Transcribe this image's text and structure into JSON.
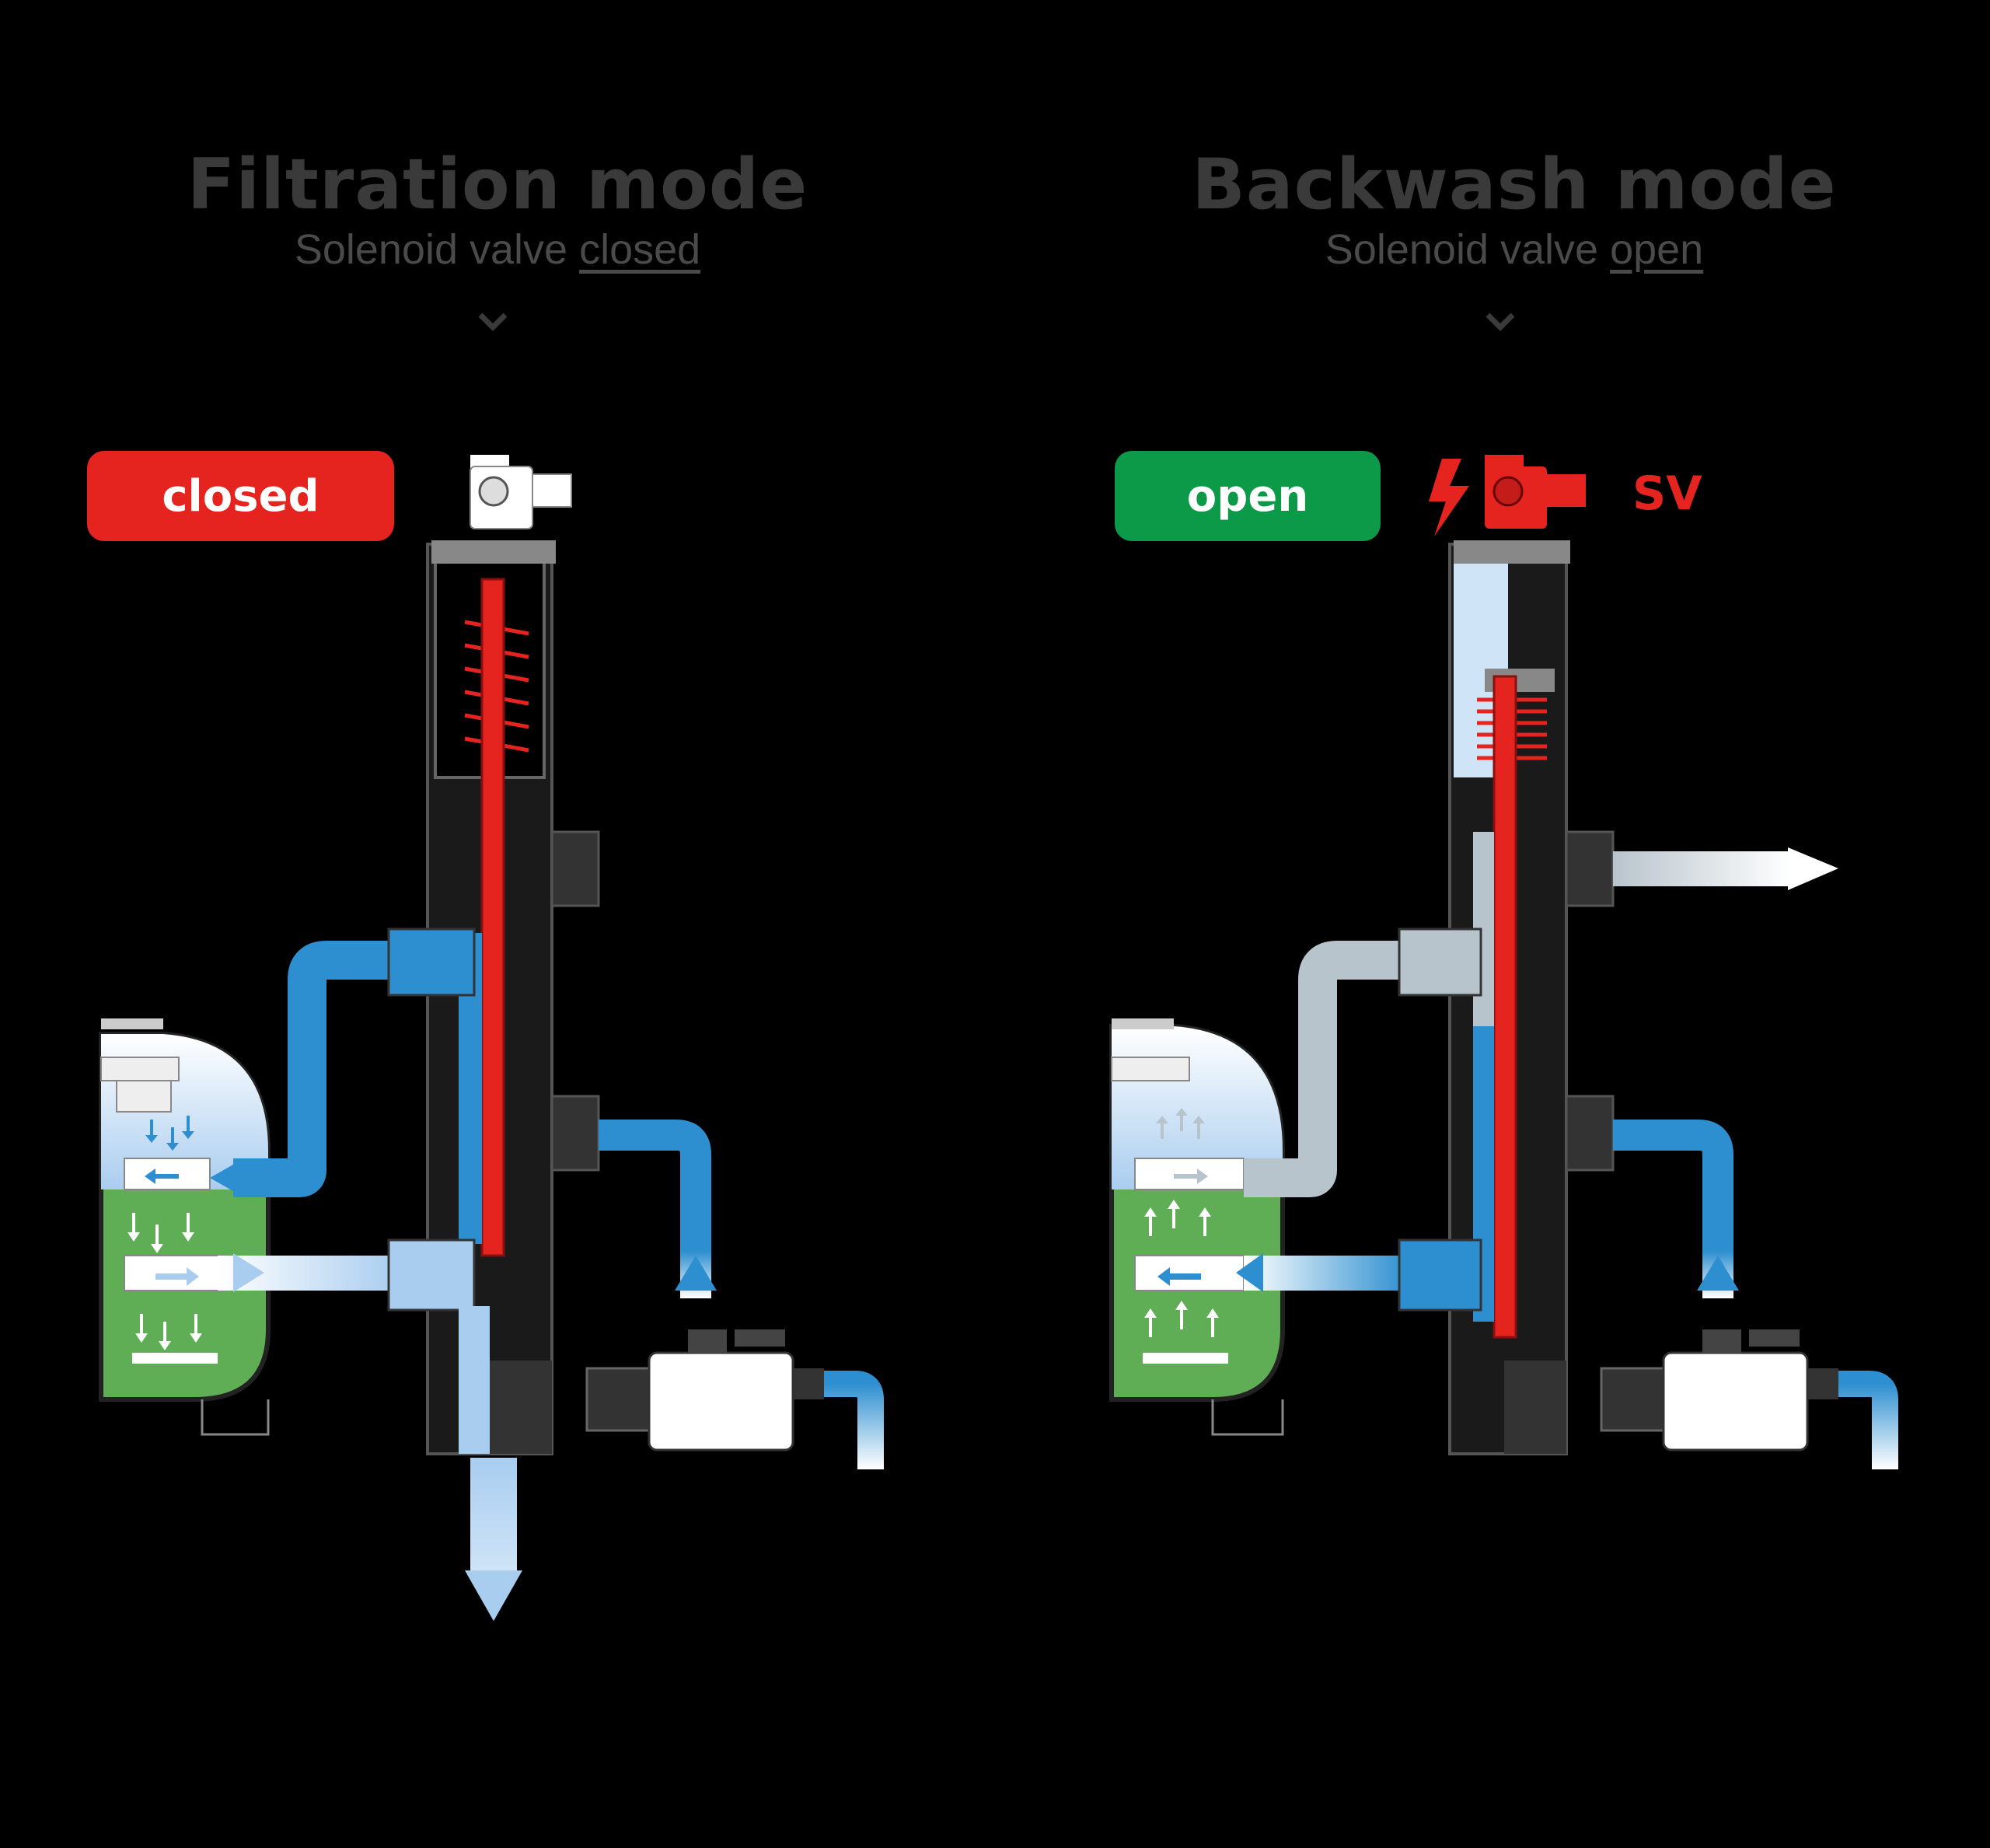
{
  "colors": {
    "background": "#000000",
    "title": "#3a3a3a",
    "closed_badge": "#e52420",
    "open_badge": "#0d9a48",
    "water_blue": "#2e8fd0",
    "water_light": "#a9cdef",
    "dirty_grey": "#b8c4cc",
    "filter_media": "#5fae55",
    "solenoid_red": "#e52420"
  },
  "left_panel": {
    "title": "Filtration mode",
    "subtitle_prefix": "Solenoid valve",
    "subtitle_state": "closed",
    "badge_label": "closed"
  },
  "right_panel": {
    "title": "Backwash mode",
    "subtitle_prefix": "Solenoid valve",
    "subtitle_state": "open",
    "badge_label": "open",
    "solenoid_label": "SV"
  },
  "icons": [
    "chevron-down-icon",
    "lightning-icon",
    "solenoid-valve-icon",
    "pump-icon",
    "filter-tank-icon",
    "flow-arrow-icon"
  ]
}
